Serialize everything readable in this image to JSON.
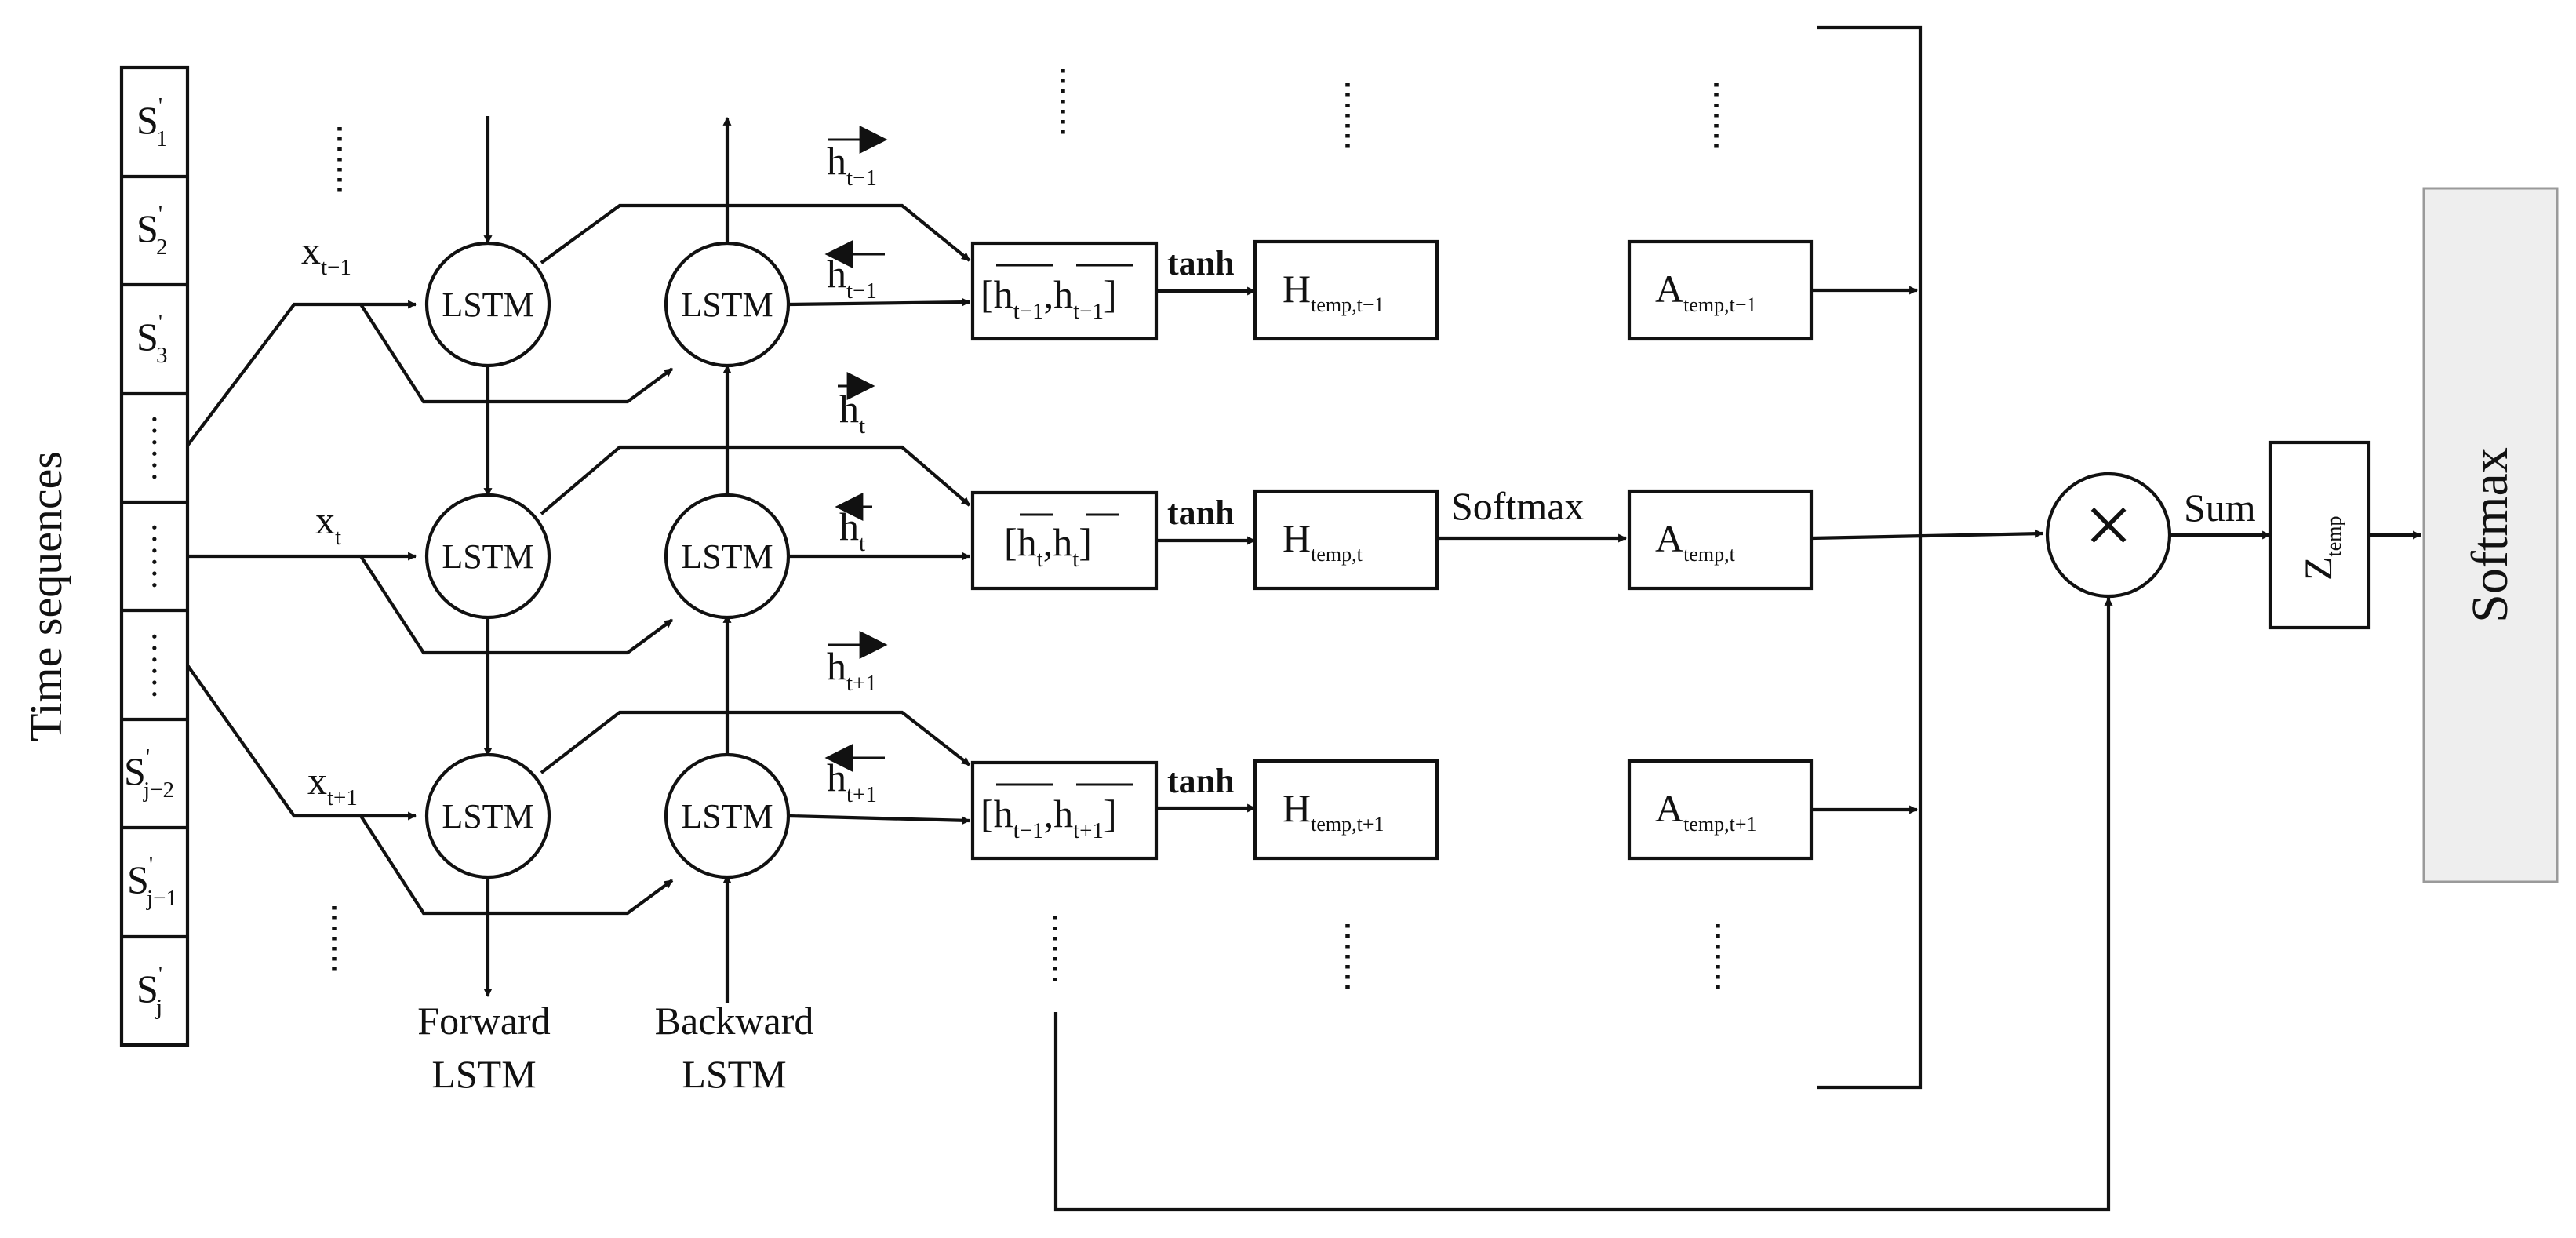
{
  "diagram": {
    "input_label": "Time sequences",
    "sequence_cells": [
      {
        "base": "S",
        "prime": "'",
        "sub": "1"
      },
      {
        "base": "S",
        "prime": "'",
        "sub": "2"
      },
      {
        "base": "S",
        "prime": "'",
        "sub": "3"
      },
      {
        "base": "……",
        "prime": "",
        "sub": ""
      },
      {
        "base": "……",
        "prime": "",
        "sub": ""
      },
      {
        "base": "……",
        "prime": "",
        "sub": ""
      },
      {
        "base": "S",
        "prime": "'",
        "sub": "j−2"
      },
      {
        "base": "S",
        "prime": "'",
        "sub": "j−1"
      },
      {
        "base": "S",
        "prime": "'",
        "sub": "j"
      }
    ],
    "inputs": [
      {
        "base": "x",
        "sub": "t−1"
      },
      {
        "base": "x",
        "sub": "t"
      },
      {
        "base": "x",
        "sub": "t+1"
      }
    ],
    "lstm_node_label": "LSTM",
    "forward_label": [
      "Forward",
      "LSTM"
    ],
    "backward_label": [
      "Backward",
      "LSTM"
    ],
    "fwd_hidden": [
      {
        "base": "h",
        "sub": "t−1"
      },
      {
        "base": "h",
        "sub": "t"
      },
      {
        "base": "h",
        "sub": "t+1"
      }
    ],
    "bwd_hidden": [
      {
        "base": "h",
        "sub": "t−1"
      },
      {
        "base": "h",
        "sub": "t"
      },
      {
        "base": "h",
        "sub": "t+1"
      }
    ],
    "concat": [
      {
        "open": "[",
        "a": "h",
        "a_sub": "t−1",
        "sep": ",",
        "b": "h",
        "b_sub": "t−1",
        "close": "]"
      },
      {
        "open": "[",
        "a": "h",
        "a_sub": "t",
        "sep": ",",
        "b": "h",
        "b_sub": "t",
        "close": "]"
      },
      {
        "open": "[",
        "a": "h",
        "a_sub": "t−1",
        "sep": ",",
        "b": "h",
        "b_sub": "t+1",
        "close": "]"
      }
    ],
    "tanh_label": "tanh",
    "H": [
      {
        "base": "H",
        "sub": "temp,t−1"
      },
      {
        "base": "H",
        "sub": "temp,t"
      },
      {
        "base": "H",
        "sub": "temp,t+1"
      }
    ],
    "softmax_arrow_label": "Softmax",
    "A": [
      {
        "base": "A",
        "sub": "temp,t−1"
      },
      {
        "base": "A",
        "sub": "temp,t"
      },
      {
        "base": "A",
        "sub": "temp,t+1"
      }
    ],
    "multiply_symbol": "×",
    "sum_label": "Sum",
    "z": {
      "base": "Z",
      "sub": "temp"
    },
    "output_label": "Softmax",
    "colors": {
      "line": "#111111",
      "output_box_fill": "#eeeeee",
      "output_box_border": "#9a9a9a"
    }
  }
}
